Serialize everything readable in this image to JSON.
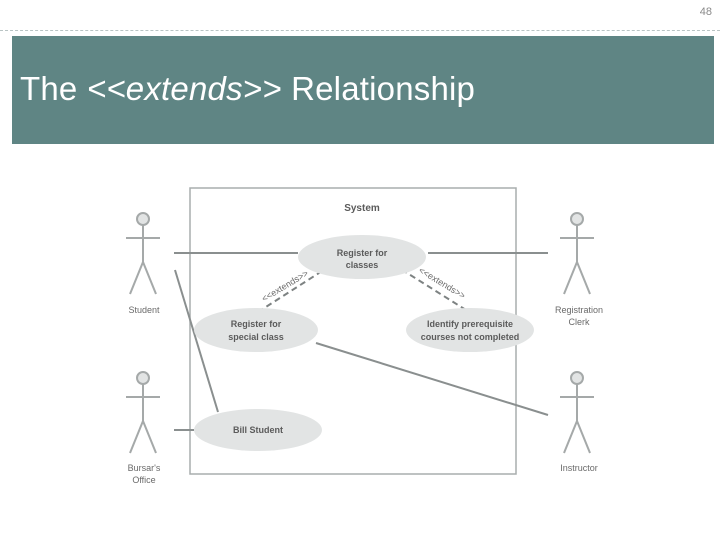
{
  "slide": {
    "number": "48",
    "title": {
      "prefix": "The ",
      "emphasis": "<<extends>>",
      "suffix": " Relationship"
    }
  },
  "diagram": {
    "system_label": "System",
    "use_cases": {
      "register_for_classes": [
        "Register for",
        "classes"
      ],
      "register_special_class": [
        "Register for",
        "special class"
      ],
      "identify_prerequisite": [
        "Identify prerequisite",
        "courses not completed"
      ],
      "bill_student": [
        "Bill Student"
      ]
    },
    "actors": {
      "student": [
        "Student"
      ],
      "bursars_office": [
        "Bursar's",
        "Office"
      ],
      "registration_clerk": [
        "Registration",
        "Clerk"
      ],
      "instructor": [
        "Instructor"
      ]
    },
    "relationship_labels": {
      "left": "<<extends>>",
      "right": "<<extends>>"
    },
    "colors": {
      "line": "#8a8f8f",
      "ellipse_fill": "#e2e4e4",
      "actor_line": "#a5a9a9"
    }
  }
}
